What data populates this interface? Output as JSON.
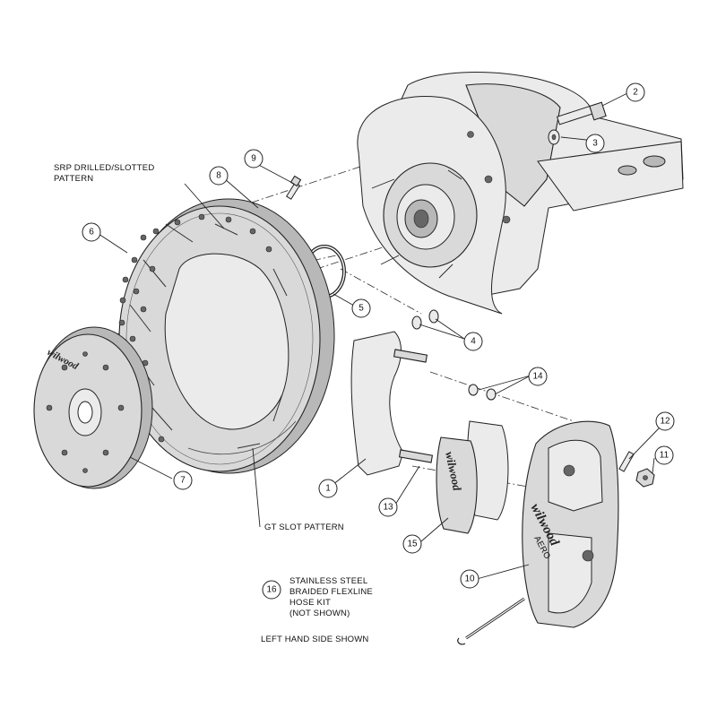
{
  "callouts": {
    "c1": "1",
    "c2": "2",
    "c3": "3",
    "c4": "4",
    "c5": "5",
    "c6": "6",
    "c7": "7",
    "c8": "8",
    "c9": "9",
    "c10": "10",
    "c11": "11",
    "c12": "12",
    "c13": "13",
    "c14": "14",
    "c15": "15",
    "c16": "16"
  },
  "labels": {
    "srp_line1": "SRP DRILLED/SLOTTED",
    "srp_line2": "PATTERN",
    "gt_slot": "GT SLOT PATTERN",
    "kit_line1": "STAINLESS STEEL",
    "kit_line2": "BRAIDED FLEXLINE",
    "kit_line3": "HOSE KIT",
    "kit_line4": "(NOT SHOWN)",
    "left_hand": "LEFT HAND SIDE SHOWN"
  },
  "branding": {
    "logo": "wilwood",
    "caliper_sub": "AERO"
  }
}
